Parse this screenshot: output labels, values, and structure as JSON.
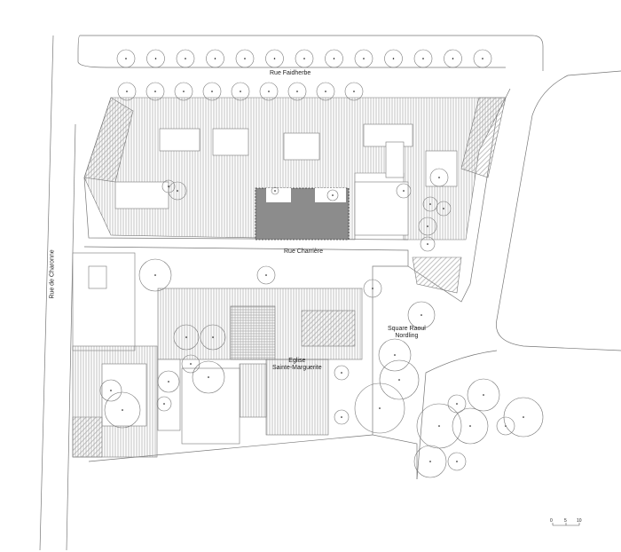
{
  "labels": {
    "rue_faidherbe": "Rue Faidherbe",
    "rue_charriere": "Rue Charrière",
    "rue_de_charonne": "Rue de Charonne",
    "square_line1": "Square Raoul",
    "square_line2": "Nordling",
    "eglise_line1": "Eglise",
    "eglise_line2": "Sainte-Marguerite"
  },
  "scale_bar": {
    "ticks": [
      "0",
      "5",
      "10"
    ]
  },
  "colors": {
    "line": "#777777",
    "site": "#8c8c8c",
    "hatch": "#999999"
  }
}
